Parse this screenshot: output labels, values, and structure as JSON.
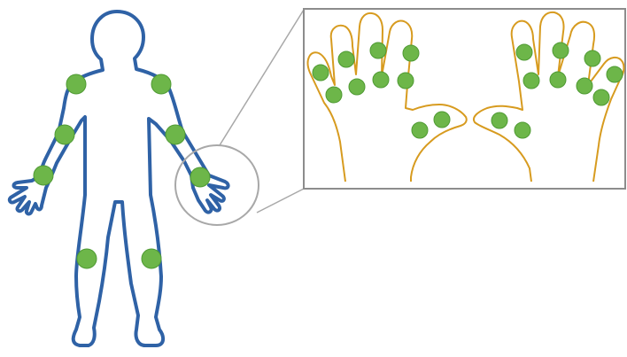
{
  "diagram": {
    "colors": {
      "body_outline": "#2f62a6",
      "hand_outline": "#d79b1f",
      "joint_fill": "#6db649",
      "joint_stroke": "#4f9a33",
      "zoom_line": "#9a9a9a",
      "panel_border": "#8c8c8c"
    },
    "body_joints": [
      "left-shoulder",
      "right-shoulder",
      "left-elbow",
      "right-elbow",
      "left-wrist",
      "right-wrist",
      "left-knee",
      "right-knee"
    ],
    "hand_joints": {
      "left_hand": [
        "pip-1",
        "pip-2",
        "pip-3",
        "pip-4",
        "mcp-1",
        "mcp-2",
        "mcp-3",
        "mcp-4",
        "thumb-ip",
        "thumb-mcp"
      ],
      "right_hand": [
        "pip-1",
        "pip-2",
        "pip-3",
        "pip-4",
        "mcp-1",
        "mcp-2",
        "mcp-3",
        "mcp-4",
        "thumb-ip",
        "thumb-mcp"
      ]
    }
  }
}
